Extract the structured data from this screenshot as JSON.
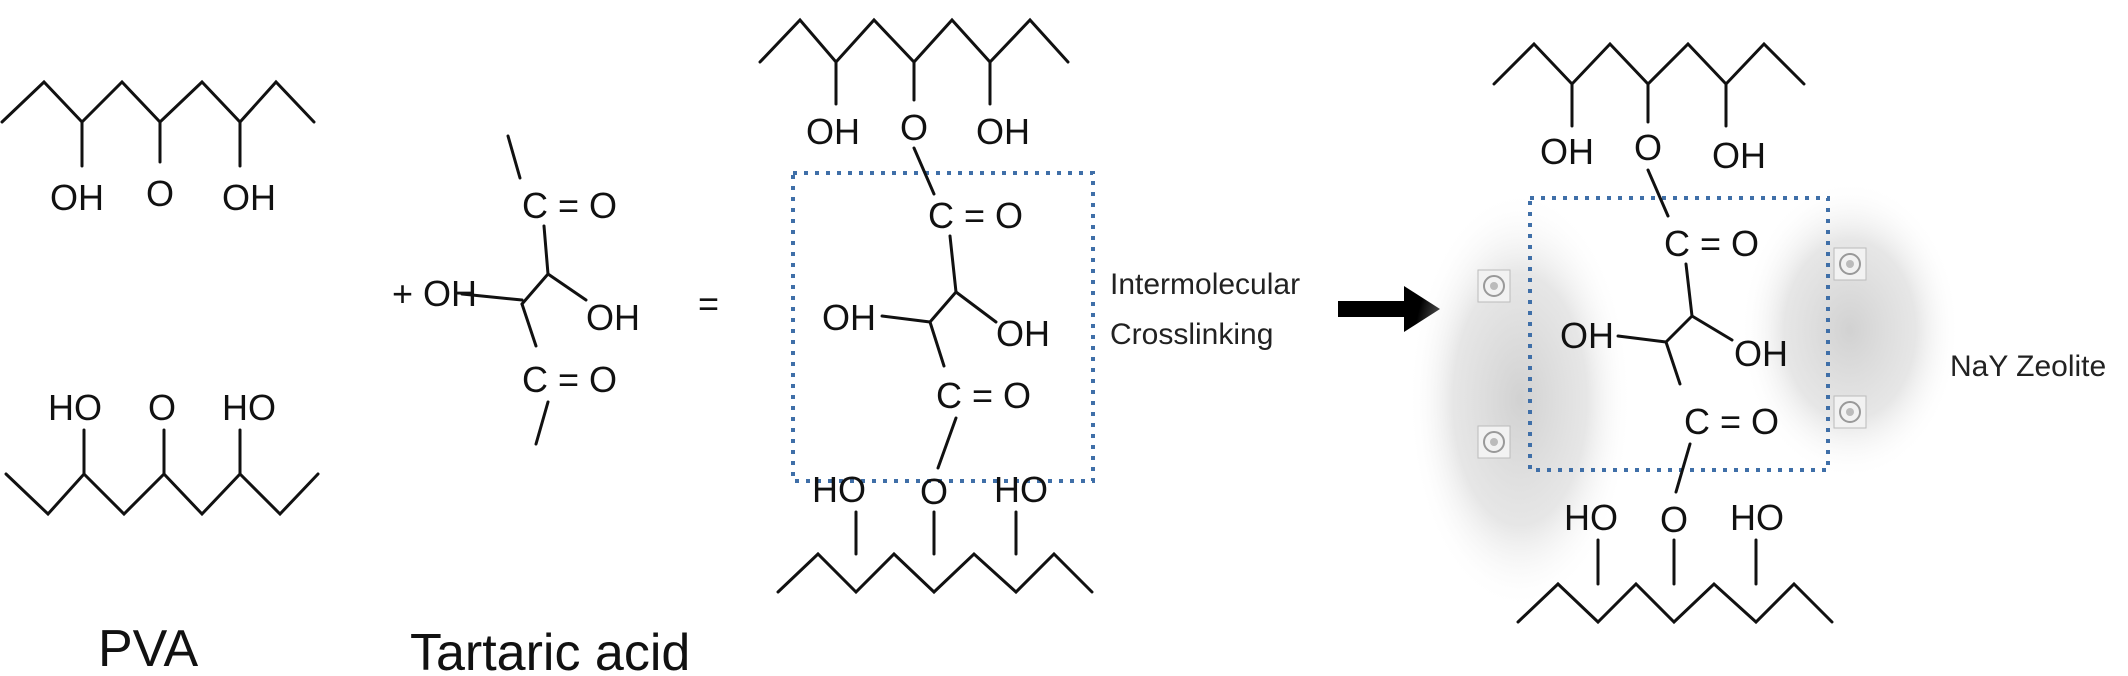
{
  "pva": {
    "top_left_oh": "OH",
    "top_o": "O",
    "top_right_oh": "OH",
    "bottom_left_ho": "HO",
    "bottom_o": "O",
    "bottom_right_ho": "HO",
    "caption": "PVA"
  },
  "tartaric": {
    "plus_oh": "+ OH",
    "top_co": "C = O",
    "right_oh": "OH",
    "bottom_co": "C = O",
    "caption": "Tartaric acid"
  },
  "equals": "=",
  "crosslinked": {
    "top_left_oh": "OH",
    "top_o": "O",
    "top_right_oh": "OH",
    "co_top": "C = O",
    "left_oh": "OH",
    "right_oh": "OH",
    "co_bottom": "C = O",
    "bottom_left_ho": "HO",
    "bottom_o": "O",
    "bottom_right_ho": "HO"
  },
  "process": {
    "line1": "Intermolecular",
    "line2": "Crosslinking"
  },
  "composite": {
    "top_left_oh": "OH",
    "top_o": "O",
    "top_right_oh": "OH",
    "co_top": "C = O",
    "left_oh": "OH",
    "right_oh": "OH",
    "co_bottom": "C = O",
    "bottom_left_ho": "HO",
    "bottom_o": "O",
    "bottom_right_ho": "HO",
    "zeolite_label": "NaY Zeolite"
  },
  "colors": {
    "box": "#3f6fa8",
    "arrow": "#000000",
    "halo": "#d9d9d9"
  }
}
